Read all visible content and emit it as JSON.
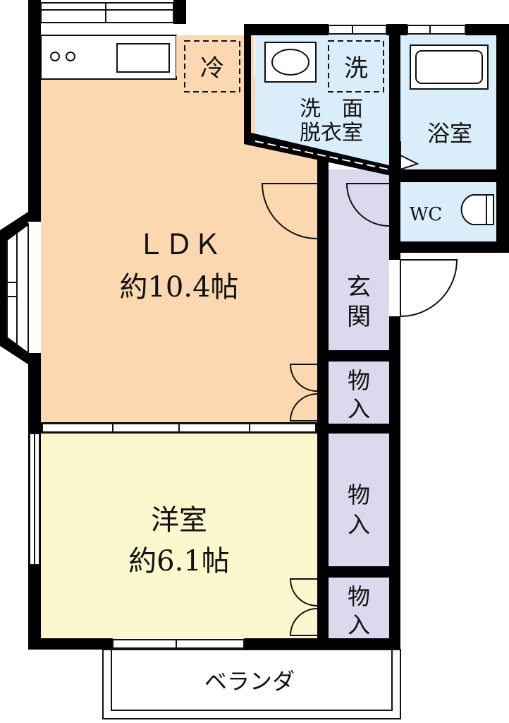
{
  "rooms": {
    "ldk": {
      "label": "ＬＤＫ",
      "area": "約10.4帖"
    },
    "western": {
      "label": "洋室",
      "area": "約6.1帖"
    },
    "washroom": {
      "label_line1": "洗　面",
      "label_line2": "脱衣室"
    },
    "bath": {
      "label": "浴室"
    },
    "wc": {
      "label": "WC"
    },
    "entrance": {
      "label_line1": "玄",
      "label_line2": "関"
    },
    "storage_1": {
      "label_line1": "物",
      "label_line2": "入"
    },
    "storage_2": {
      "label_line1": "物",
      "label_line2": "入"
    },
    "storage_3": {
      "label_line1": "物",
      "label_line2": "入"
    },
    "veranda": {
      "label": "ベランダ"
    }
  },
  "fixtures": {
    "fridge": {
      "label": "冷"
    },
    "washer": {
      "label": "洗"
    }
  },
  "colors": {
    "ldk_fill": "#fbd8b0",
    "western_fill": "#fdf7ce",
    "wet_area_fill": "#d9eefa",
    "storage_fill": "#dcd9ee",
    "wall": "#000000"
  }
}
